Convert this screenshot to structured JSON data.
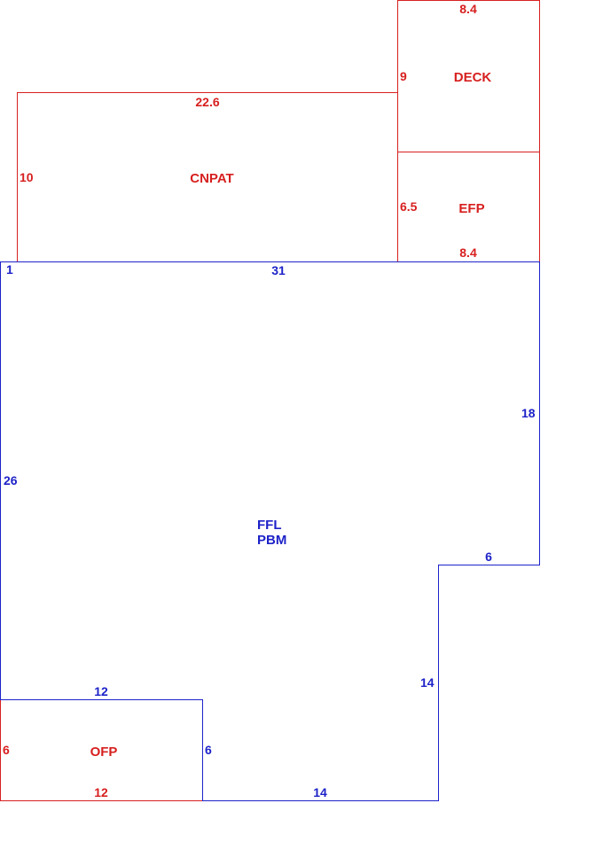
{
  "colors": {
    "red": "#d71f1f",
    "blue": "#1d22c8"
  },
  "areas": {
    "deck": {
      "label": "DECK",
      "top": "8.4",
      "left": "9"
    },
    "cnpat": {
      "label": "CNPAT",
      "top": "22.6",
      "left": "10",
      "bottom_left": "1"
    },
    "efp": {
      "label": "EFP",
      "left": "6.5",
      "bottom": "8.4"
    },
    "ffl": {
      "label_line_1": "FFL",
      "label_line_2": "PBM",
      "top": "31",
      "left": "26",
      "right": "18",
      "step_top": "6",
      "step_side": "14",
      "bottom": "14",
      "ofp_top": "12",
      "ofp_side": "6"
    },
    "ofp": {
      "label": "OFP",
      "left": "6",
      "bottom": "12"
    }
  }
}
